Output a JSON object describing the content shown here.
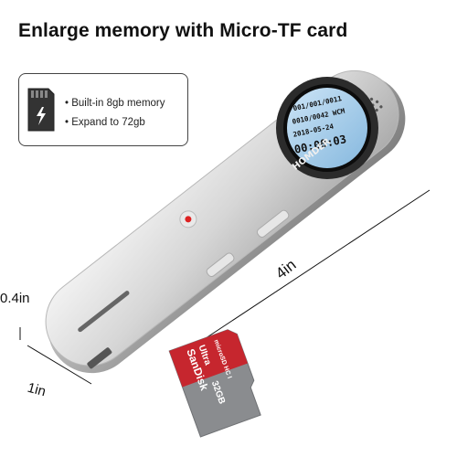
{
  "headline": "Enlarge memory with Micro-TF card",
  "info_box": {
    "icon": "sd-card-icon",
    "items": [
      "Built-in 8gb memory",
      "Expand to 72gb"
    ]
  },
  "dimensions": {
    "width": "0.4in",
    "length": "4in",
    "depth": "1in"
  },
  "screen": {
    "lines": [
      "001/001/0011",
      "0010/0042 WCM",
      "2018-05-24",
      "00:00:03"
    ],
    "brand": "HOMDER"
  },
  "sd_card": {
    "brand": "SanDisk",
    "product": "Ultra",
    "capacity": "32GB",
    "class": "microSD HC I"
  },
  "colors": {
    "device_body": "#d9d9d9",
    "card_red": "#c6262e",
    "card_grey": "#8a8c8f"
  }
}
